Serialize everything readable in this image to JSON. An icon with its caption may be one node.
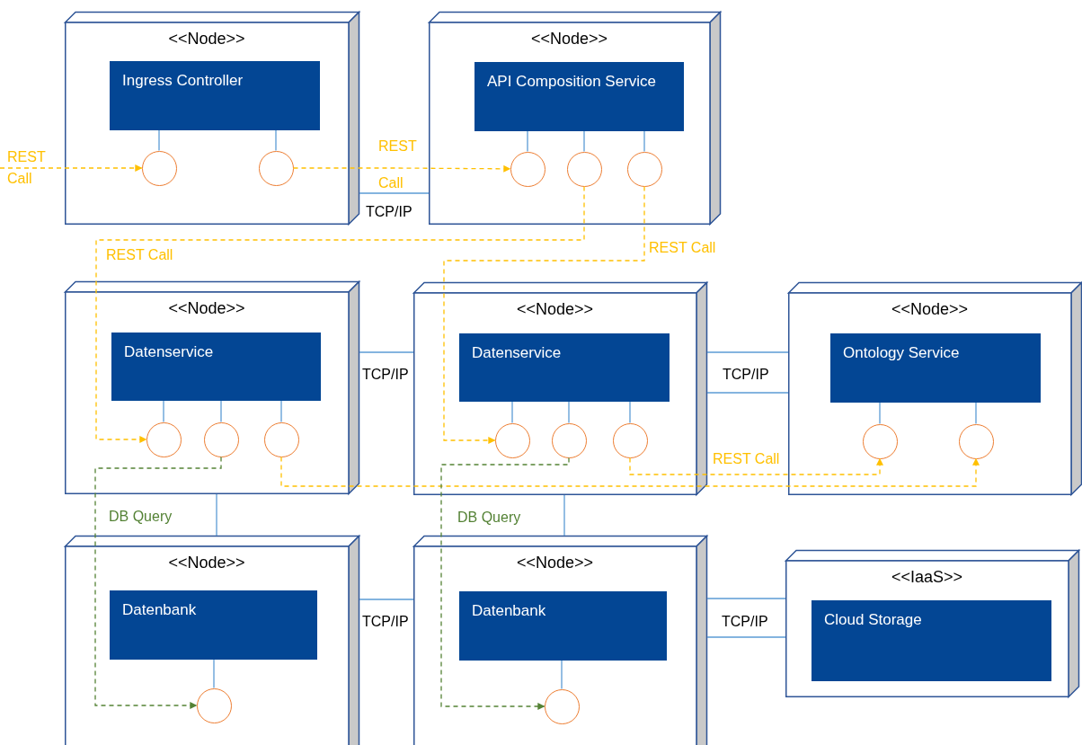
{
  "diagram": {
    "nodes": [
      {
        "text": [
          "<<Node>>"
        ]
      },
      {
        "text": [
          "Ingress Controller"
        ],
        "in": 0
      },
      {
        "text": [],
        "shape": "circle",
        "in": 0
      },
      {
        "text": [],
        "shape": "circle",
        "in": 0
      },
      {
        "text": [
          "<<Node>>"
        ]
      },
      {
        "text": [
          "API Composition Service"
        ],
        "in": 4
      },
      {
        "text": [],
        "shape": "circle",
        "in": 4
      },
      {
        "text": [],
        "shape": "circle",
        "in": 4
      },
      {
        "text": [],
        "shape": "circle",
        "in": 4
      },
      {
        "text": [
          "<<Node>>"
        ]
      },
      {
        "text": [
          "Datenservice"
        ],
        "in": 9
      },
      {
        "text": [],
        "shape": "circle",
        "in": 9
      },
      {
        "text": [],
        "shape": "circle",
        "in": 9
      },
      {
        "text": [],
        "shape": "circle",
        "in": 9
      },
      {
        "text": [
          "<<Node>>"
        ]
      },
      {
        "text": [
          "Datenservice"
        ],
        "in": 14
      },
      {
        "text": [],
        "shape": "circle",
        "in": 14
      },
      {
        "text": [],
        "shape": "circle",
        "in": 14
      },
      {
        "text": [],
        "shape": "circle",
        "in": 14
      },
      {
        "text": [
          "<<Node>>"
        ]
      },
      {
        "text": [
          "Ontology Service"
        ],
        "in": 19
      },
      {
        "text": [],
        "shape": "circle",
        "in": 19
      },
      {
        "text": [],
        "shape": "circle",
        "in": 19
      },
      {
        "text": [
          "<<Node>>"
        ]
      },
      {
        "text": [
          "Datenbank"
        ],
        "in": 23
      },
      {
        "text": [],
        "shape": "circle",
        "in": 23
      },
      {
        "text": [
          "<<Node>>"
        ]
      },
      {
        "text": [
          "Datenbank"
        ],
        "in": 26
      },
      {
        "text": [],
        "shape": "circle",
        "in": 26
      },
      {
        "text": [
          "<<IaaS>>"
        ]
      },
      {
        "text": [
          "Cloud Storage"
        ],
        "in": 29
      }
    ],
    "edges": [
      {
        "from": 1,
        "to": 2,
        "arrow": "none"
      },
      {
        "from": 1,
        "to": 3,
        "arrow": "none"
      },
      {
        "from": 5,
        "to": 6,
        "arrow": "none"
      },
      {
        "from": 5,
        "to": 7,
        "arrow": "none"
      },
      {
        "from": 5,
        "to": 8,
        "arrow": "none"
      },
      {
        "from": 10,
        "to": 11,
        "arrow": "none"
      },
      {
        "from": 10,
        "to": 12,
        "arrow": "none"
      },
      {
        "from": 10,
        "to": 13,
        "arrow": "none"
      },
      {
        "from": 15,
        "to": 16,
        "arrow": "none"
      },
      {
        "from": 15,
        "to": 17,
        "arrow": "none"
      },
      {
        "from": 15,
        "to": 18,
        "arrow": "none"
      },
      {
        "from": 20,
        "to": 21,
        "arrow": "none"
      },
      {
        "from": 20,
        "to": 22,
        "arrow": "none"
      },
      {
        "from": 24,
        "to": 25,
        "arrow": "none"
      },
      {
        "from": 27,
        "to": 28,
        "arrow": "none"
      },
      {
        "from": null,
        "to": 2,
        "arrow": "to",
        "label": "REST Call",
        "style": "dashed",
        "color": "#ffc000"
      },
      {
        "from": 3,
        "to": 6,
        "arrow": "to",
        "label": "REST Call",
        "style": "dashed",
        "color": "#ffc000"
      },
      {
        "from": 7,
        "to": 11,
        "arrow": "to",
        "label": "REST Call",
        "style": "dashed",
        "color": "#ffc000"
      },
      {
        "from": 8,
        "to": 16,
        "arrow": "to",
        "label": "REST Call",
        "style": "dashed",
        "color": "#ffc000"
      },
      {
        "from": 13,
        "to": 22,
        "arrow": "to",
        "style": "dashed",
        "color": "#ffc000"
      },
      {
        "from": 18,
        "to": 21,
        "arrow": "to",
        "label": "REST Call",
        "style": "dashed",
        "color": "#ffc000"
      },
      {
        "from": 12,
        "to": 25,
        "arrow": "to",
        "label": "DB Query",
        "style": "dashed",
        "color": "#548235"
      },
      {
        "from": 17,
        "to": 28,
        "arrow": "to",
        "label": "DB Query",
        "style": "dashed",
        "color": "#548235"
      },
      {
        "from": 0,
        "to": 4,
        "arrow": "none",
        "label": "TCP/IP"
      },
      {
        "from": 9,
        "to": 14,
        "arrow": "none",
        "label": "TCP/IP"
      },
      {
        "from": 14,
        "to": 19,
        "arrow": "none",
        "label": "TCP/IP"
      },
      {
        "from": 14,
        "to": 19,
        "arrow": "none"
      },
      {
        "from": 23,
        "to": 26,
        "arrow": "none",
        "label": "TCP/IP"
      },
      {
        "from": 26,
        "to": 29,
        "arrow": "none",
        "label": "TCP/IP"
      },
      {
        "from": 26,
        "to": 29,
        "arrow": "none"
      },
      {
        "from": 9,
        "to": 23,
        "arrow": "none"
      },
      {
        "from": 14,
        "to": 26,
        "arrow": "none"
      }
    ]
  }
}
